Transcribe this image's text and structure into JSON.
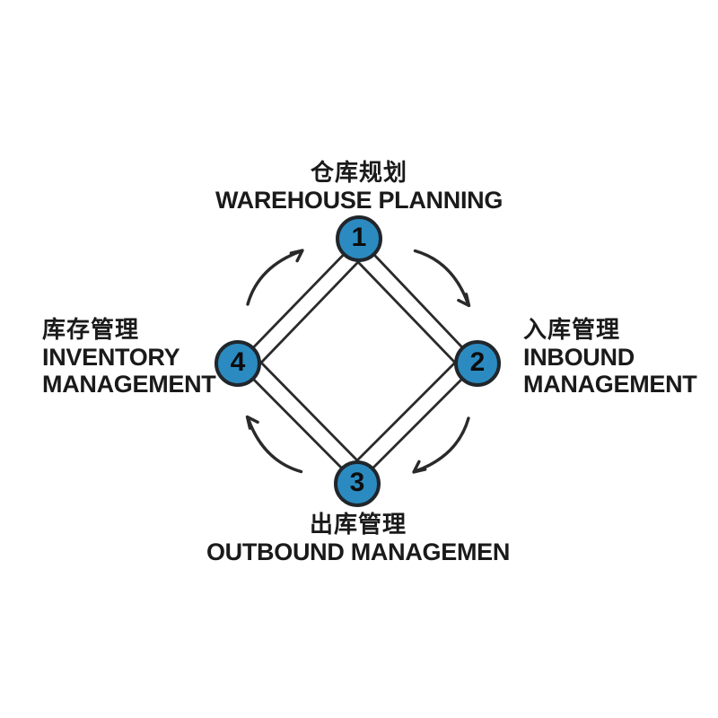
{
  "diagram": {
    "type": "cycle-diagram",
    "colors": {
      "background": "#ffffff",
      "node_fill": "#2b8bc1",
      "node_border": "#20262b",
      "line": "#2a2a2a",
      "text": "#1a1a1a"
    },
    "nodes": [
      {
        "number": "1",
        "position": "top"
      },
      {
        "number": "2",
        "position": "right"
      },
      {
        "number": "3",
        "position": "bottom"
      },
      {
        "number": "4",
        "position": "left"
      }
    ],
    "labels": {
      "top": {
        "zh": "仓库规划",
        "en": "WAREHOUSE PLANNING"
      },
      "right": {
        "zh": "入库管理",
        "en_line1": "INBOUND",
        "en_line2": "MANAGEMENT"
      },
      "bottom": {
        "zh": "出库管理",
        "en": "OUTBOUND MANAGEMEN"
      },
      "left": {
        "zh": "库存管理",
        "en_line1": "INVENTORY",
        "en_line2": "MANAGEMENT"
      }
    },
    "flow": "clockwise: 1 → 2 → 3 → 4 → 1"
  }
}
